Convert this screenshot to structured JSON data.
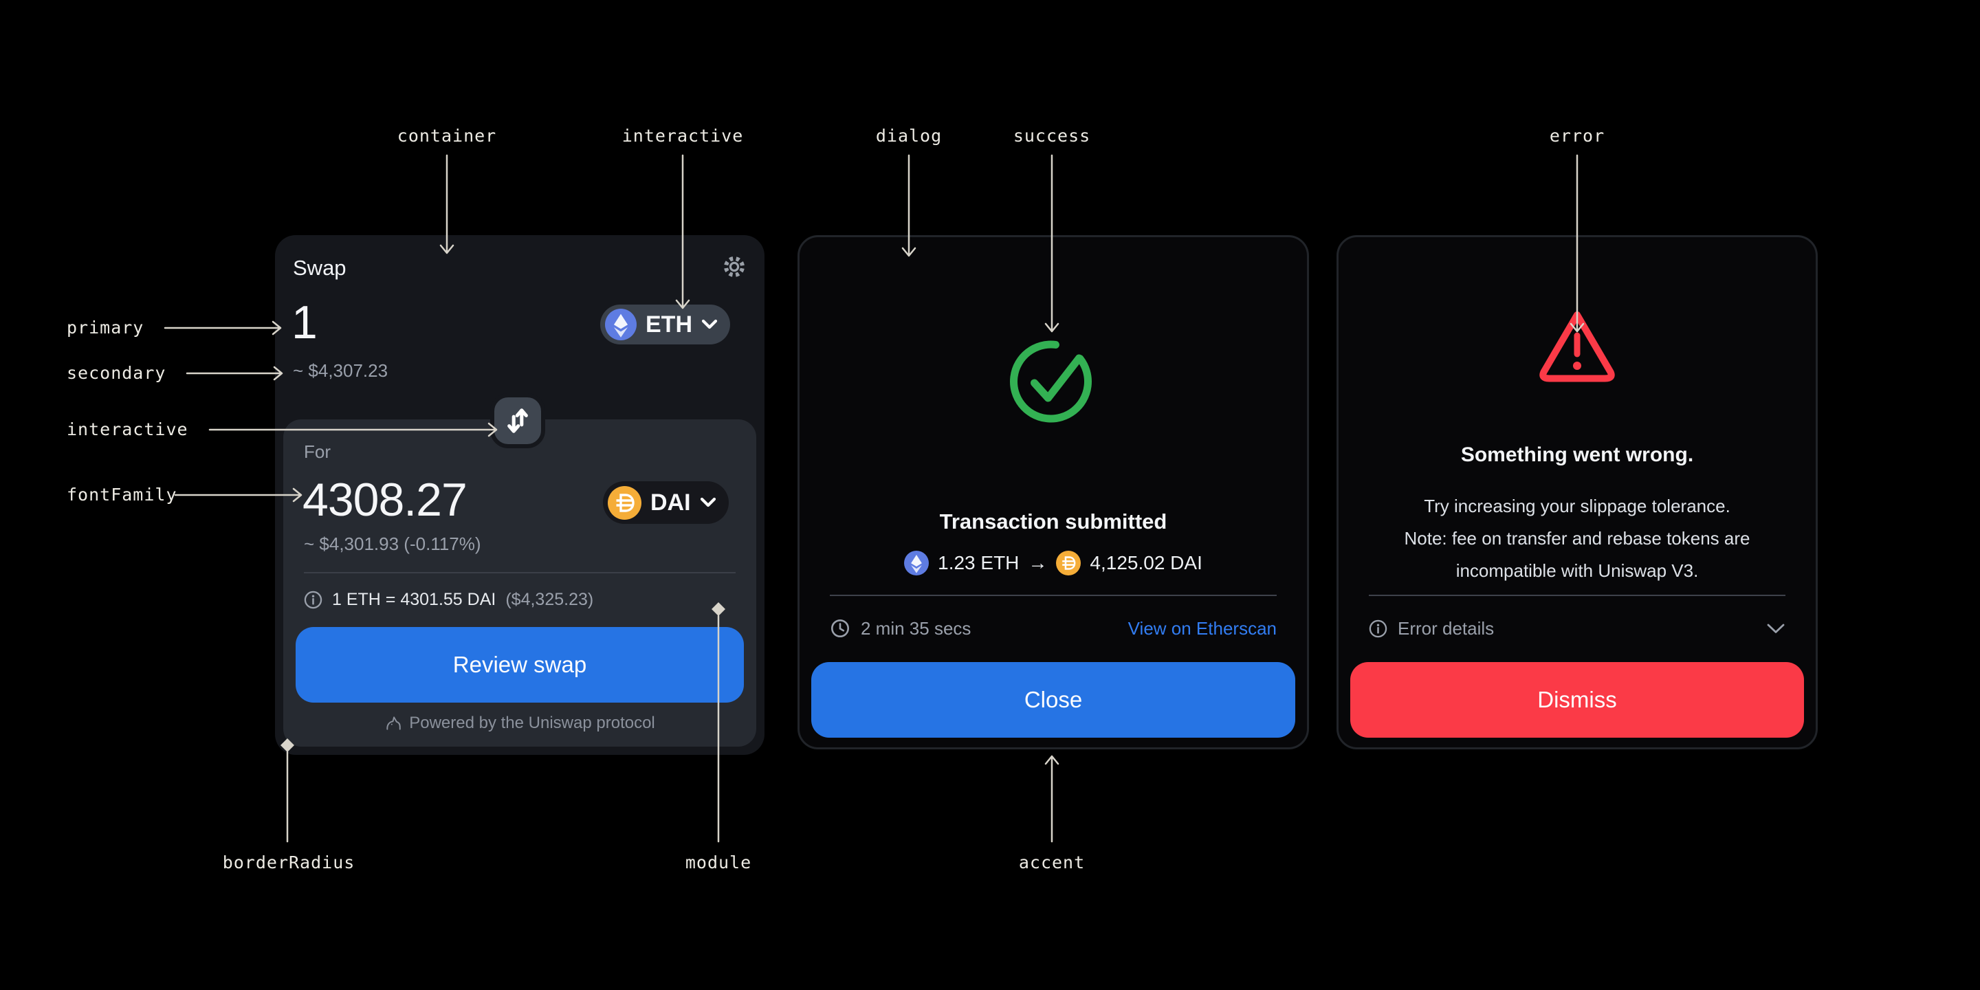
{
  "annotations": {
    "container": "container",
    "interactive_top": "interactive",
    "dialog": "dialog",
    "success": "success",
    "error": "error",
    "primary": "primary",
    "secondary": "secondary",
    "interactive_left": "interactive",
    "font_family": "fontFamily",
    "border_radius": "borderRadius",
    "module": "module",
    "accent": "accent"
  },
  "swap_card": {
    "title": "Swap",
    "sell": {
      "amount": "1",
      "token": "ETH",
      "fiat": "~ $4,307.23"
    },
    "buy": {
      "label": "For",
      "amount": "4308.27",
      "token": "DAI",
      "fiat": "~ $4,301.93 (-0.117%)"
    },
    "rate": "1 ETH = 4301.55 DAI",
    "rate_fiat": "($4,325.23)",
    "review_button": "Review swap",
    "powered_by": "Powered by the Uniswap protocol"
  },
  "success_dialog": {
    "title": "Transaction submitted",
    "from_amount": "1.23 ETH",
    "arrow_glyph": "→",
    "to_amount": "4,125.02 DAI",
    "duration": "2 min 35 secs",
    "link": "View on Etherscan",
    "close_button": "Close"
  },
  "error_dialog": {
    "title": "Something went wrong.",
    "body_lines": [
      "Try increasing your slippage tolerance.",
      "Note: fee on transfer and rebase tokens are",
      "incompatible with Uniswap V3."
    ],
    "details_label": "Error details",
    "dismiss_button": "Dismiss"
  },
  "icons": {
    "gear": "gear-icon",
    "swap_direction": "swap-arrows-icon",
    "eth_token": "eth-token-icon",
    "dai_token": "dai-token-icon",
    "chevron_down": "chevron-down-icon",
    "info": "info-icon",
    "unicorn": "uniswap-unicorn-icon",
    "check_circle": "success-check-icon",
    "warning_triangle": "error-warning-icon",
    "clock": "clock-icon"
  },
  "colors": {
    "accent": "#2674E4",
    "success": "#33B153",
    "error": "#FB3A47",
    "link": "#327DF2",
    "eth": "#5E7CE2",
    "dai": "#F5AD38",
    "page_bg": "#000000",
    "card_bg": "#15171C",
    "module_bg": "#262A31",
    "dialog_bg": "#070709",
    "secondary_text": "#9AA0AB",
    "annotation": "#D8D4CA"
  }
}
